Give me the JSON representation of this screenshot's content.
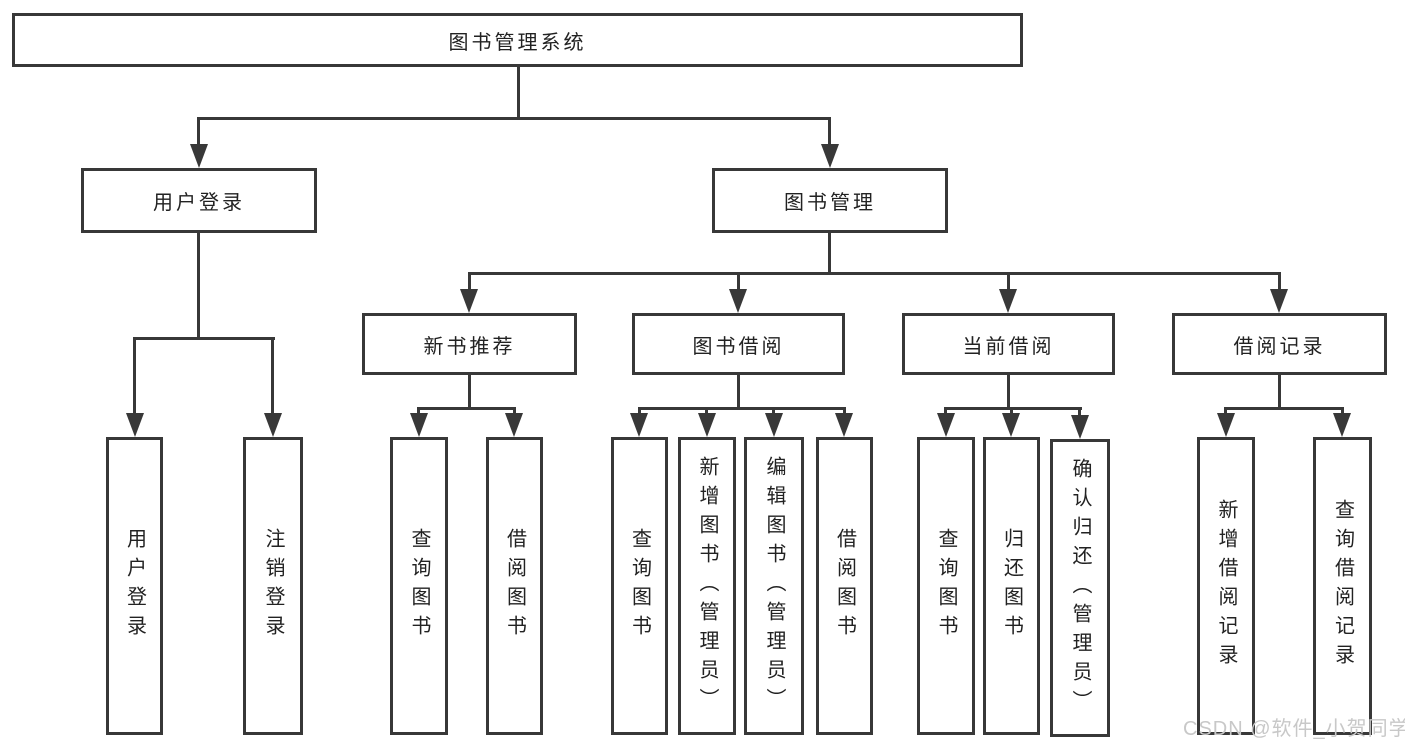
{
  "diagram": {
    "root": {
      "label": "图书管理系统"
    },
    "branches": {
      "user_login": {
        "label": "用户登录",
        "children": [
          "用户登录",
          "注销登录"
        ]
      },
      "book_management": {
        "label": "图书管理",
        "sections": {
          "new_books": {
            "label": "新书推荐",
            "children": [
              "查询图书",
              "借阅图书"
            ]
          },
          "book_borrow": {
            "label": "图书借阅",
            "children": [
              "查询图书",
              "新增图书（管理员）",
              "编辑图书（管理员）",
              "借阅图书"
            ]
          },
          "current_borrow": {
            "label": "当前借阅",
            "children": [
              "查询图书",
              "归还图书",
              "确认归还（管理员）"
            ]
          },
          "borrow_records": {
            "label": "借阅记录",
            "children": [
              "新增借阅记录",
              "查询借阅记录"
            ]
          }
        }
      }
    }
  },
  "watermark": {
    "text": "CSDN @软件_小贺同学"
  },
  "colors": {
    "line": "#383838",
    "text": "#222222",
    "watermark": "#c8c8c8",
    "background": "#ffffff"
  }
}
